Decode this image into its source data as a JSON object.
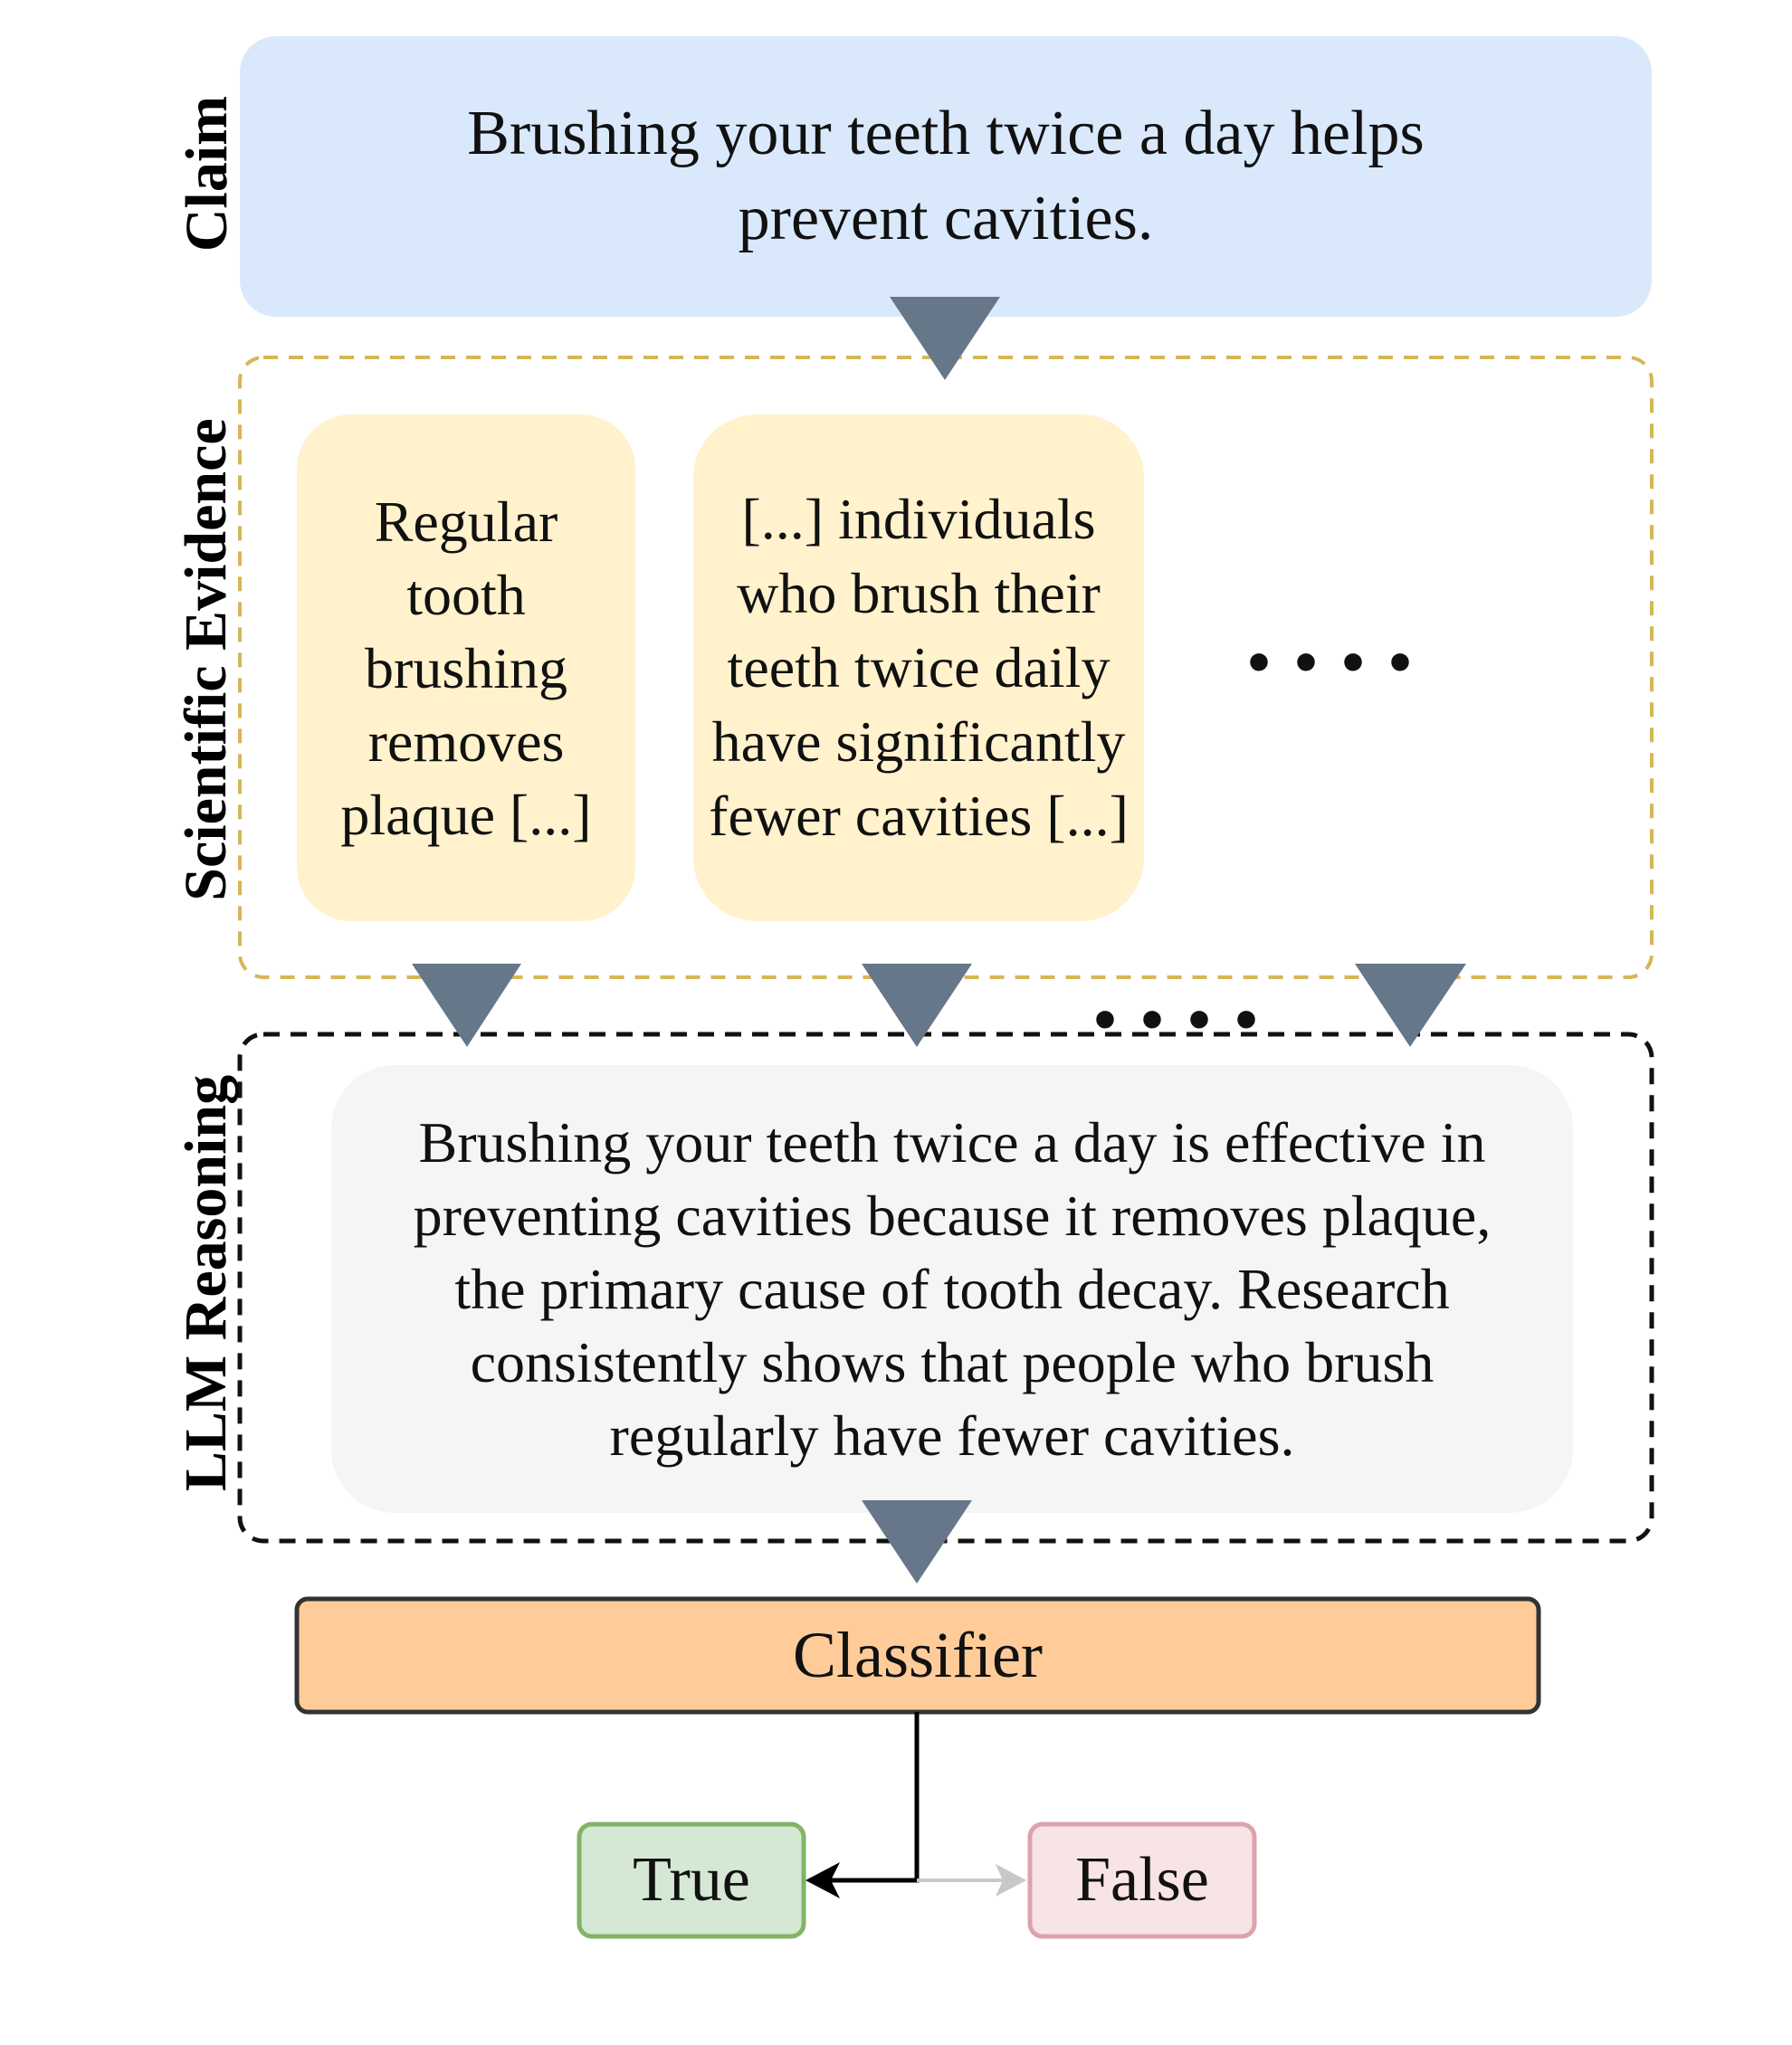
{
  "labels": {
    "claim": "Claim",
    "evidence": "Scientific Evidence",
    "reasoning": "LLM Reasoning"
  },
  "claim": {
    "text": "Brushing your teeth twice a day helps prevent cavities."
  },
  "evidence": {
    "items": [
      "Regular tooth brushing removes plaque [...]",
      "[...] individuals who brush their teeth twice daily have significantly fewer cavities [...]"
    ],
    "ellipsis": "...."
  },
  "reasoning": {
    "text": "Brushing your teeth twice a day is effective in preventing cavities because it removes plaque, the primary cause of tooth decay. Research consistently shows that people who brush regularly have fewer cavities.",
    "ellipsis": "...."
  },
  "classifier": {
    "label": "Classifier"
  },
  "outputs": {
    "true_label": "True",
    "false_label": "False"
  },
  "colors": {
    "claim_fill": "#dae8fc",
    "evidence_fill": "#fff2cc",
    "evidence_border": "#d6b656",
    "reasoning_fill": "#f5f5f5",
    "classifier_fill": "#ffcc99",
    "true_fill": "#d5e8d4",
    "true_border": "#82b366",
    "false_fill": "#f8e4e6",
    "false_border": "#dca3ad",
    "arrow": "#66778a"
  }
}
